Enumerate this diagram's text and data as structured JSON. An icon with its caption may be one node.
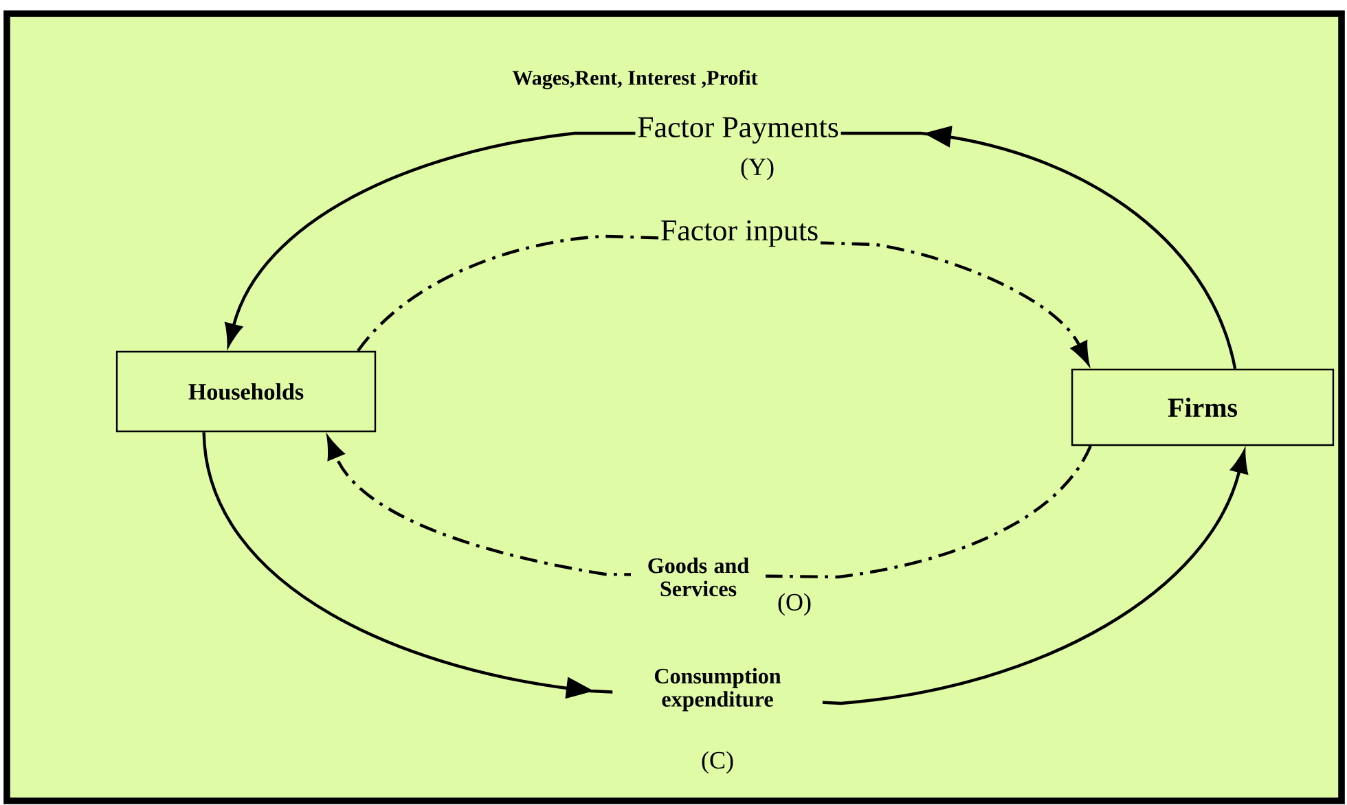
{
  "diagram": {
    "nodes": [
      {
        "text": [
          "Households"
        ]
      },
      {
        "text": [
          "Firms"
        ]
      }
    ],
    "edges": [
      {
        "from": 1,
        "to": 0,
        "arrow": "to",
        "label": "Factor Payments"
      },
      {
        "from": 0,
        "to": 1,
        "arrow": "to",
        "label": "Factor inputs",
        "style": "dashed"
      },
      {
        "from": 1,
        "to": 0,
        "arrow": "to",
        "label": "Goods and Services",
        "style": "dashed"
      },
      {
        "from": 0,
        "to": 1,
        "arrow": "to",
        "label": "Consumption expenditure"
      }
    ],
    "labels": [
      "Wages,Rent, Interest ,Profit",
      "(Y)",
      "(O)",
      "(C)"
    ]
  }
}
